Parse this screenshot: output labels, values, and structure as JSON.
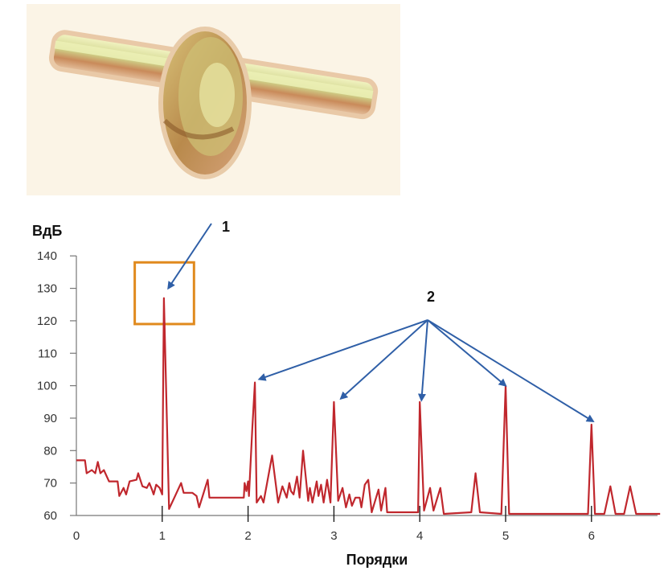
{
  "chart_data": {
    "type": "line",
    "ylabel": "ВдБ",
    "xlabel": "Порядки",
    "xlim": [
      0,
      6.8
    ],
    "ylim": [
      60,
      140
    ],
    "x_ticks": [
      "0",
      "1",
      "2",
      "3",
      "4",
      "5",
      "6"
    ],
    "y_ticks": [
      "60",
      "70",
      "80",
      "90",
      "100",
      "110",
      "120",
      "130",
      "140"
    ],
    "grid": false,
    "series": [
      {
        "color": "#c0272d",
        "points": [
          [
            0.0,
            77
          ],
          [
            0.1,
            77
          ],
          [
            0.12,
            73
          ],
          [
            0.18,
            74
          ],
          [
            0.22,
            73
          ],
          [
            0.25,
            76.5
          ],
          [
            0.28,
            73
          ],
          [
            0.32,
            74
          ],
          [
            0.38,
            70.5
          ],
          [
            0.48,
            70.5
          ],
          [
            0.5,
            66
          ],
          [
            0.55,
            68.5
          ],
          [
            0.58,
            66.5
          ],
          [
            0.62,
            70.5
          ],
          [
            0.7,
            71
          ],
          [
            0.72,
            73
          ],
          [
            0.77,
            69
          ],
          [
            0.82,
            68.5
          ],
          [
            0.85,
            70
          ],
          [
            0.88,
            68
          ],
          [
            0.9,
            66.5
          ],
          [
            0.93,
            69.5
          ],
          [
            0.97,
            68.5
          ],
          [
            1.0,
            66.5
          ],
          [
            1.02,
            127
          ],
          [
            1.08,
            62
          ],
          [
            1.15,
            66
          ],
          [
            1.22,
            70
          ],
          [
            1.25,
            67
          ],
          [
            1.35,
            67
          ],
          [
            1.4,
            66
          ],
          [
            1.43,
            62.5
          ],
          [
            1.53,
            71
          ],
          [
            1.55,
            65.5
          ],
          [
            1.95,
            65.5
          ],
          [
            1.96,
            70
          ],
          [
            1.98,
            67.5
          ],
          [
            2.0,
            70.5
          ],
          [
            2.01,
            66
          ],
          [
            2.05,
            87
          ],
          [
            2.08,
            101
          ],
          [
            2.1,
            64
          ],
          [
            2.15,
            66
          ],
          [
            2.18,
            64
          ],
          [
            2.28,
            78.5
          ],
          [
            2.35,
            64
          ],
          [
            2.4,
            69
          ],
          [
            2.45,
            65.5
          ],
          [
            2.48,
            70
          ],
          [
            2.5,
            67.5
          ],
          [
            2.53,
            66.5
          ],
          [
            2.57,
            72
          ],
          [
            2.6,
            65.5
          ],
          [
            2.64,
            80
          ],
          [
            2.7,
            64.5
          ],
          [
            2.72,
            68.5
          ],
          [
            2.75,
            64
          ],
          [
            2.8,
            70.5
          ],
          [
            2.82,
            66
          ],
          [
            2.85,
            69.5
          ],
          [
            2.88,
            64
          ],
          [
            2.92,
            71
          ],
          [
            2.96,
            64
          ],
          [
            3.0,
            95
          ],
          [
            3.05,
            64.5
          ],
          [
            3.1,
            68.5
          ],
          [
            3.14,
            62.5
          ],
          [
            3.18,
            66.5
          ],
          [
            3.21,
            63
          ],
          [
            3.25,
            65.5
          ],
          [
            3.3,
            65.5
          ],
          [
            3.32,
            62.5
          ],
          [
            3.36,
            69.5
          ],
          [
            3.4,
            71
          ],
          [
            3.44,
            61
          ],
          [
            3.52,
            68
          ],
          [
            3.55,
            61.5
          ],
          [
            3.6,
            68.5
          ],
          [
            3.62,
            61
          ],
          [
            3.98,
            61
          ],
          [
            4.0,
            95
          ],
          [
            4.05,
            61.5
          ],
          [
            4.12,
            68.5
          ],
          [
            4.16,
            61.5
          ],
          [
            4.24,
            68.5
          ],
          [
            4.28,
            60.5
          ],
          [
            4.6,
            61
          ],
          [
            4.65,
            73
          ],
          [
            4.7,
            61
          ],
          [
            4.95,
            60.5
          ],
          [
            5.0,
            100
          ],
          [
            5.04,
            60.5
          ],
          [
            5.96,
            60.5
          ],
          [
            6.0,
            88
          ],
          [
            6.04,
            60.5
          ],
          [
            6.15,
            60.5
          ],
          [
            6.22,
            69
          ],
          [
            6.28,
            60.5
          ],
          [
            6.38,
            60.5
          ],
          [
            6.45,
            69
          ],
          [
            6.52,
            60.5
          ],
          [
            6.8,
            60.5
          ]
        ]
      }
    ],
    "highlight_box": {
      "color": "#e08a1e",
      "x_range": [
        0.68,
        1.37
      ],
      "y_range": [
        119,
        138
      ]
    },
    "annotations": [
      {
        "label": "1",
        "color": "#2f5fa7",
        "arrows_to": [
          [
            1.07,
            130
          ]
        ]
      },
      {
        "label": "2",
        "color": "#2f5fa7",
        "arrows_to": [
          [
            2.13,
            102
          ],
          [
            3.08,
            96
          ],
          [
            4.02,
            95.5
          ],
          [
            5.0,
            100
          ],
          [
            6.02,
            89
          ]
        ]
      }
    ]
  }
}
